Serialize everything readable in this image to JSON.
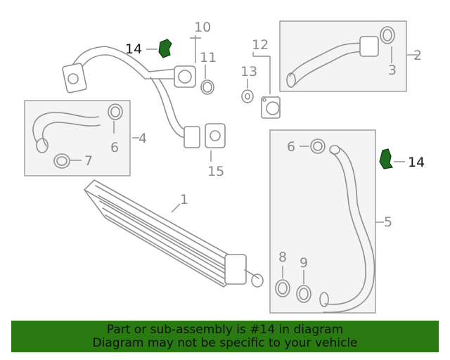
{
  "callouts": {
    "c1": "1",
    "c2": "2",
    "c3": "3",
    "c4": "4",
    "c5": "5",
    "c6a": "6",
    "c6b": "6",
    "c7": "7",
    "c8": "8",
    "c9": "9",
    "c10": "10",
    "c11": "11",
    "c12": "12",
    "c13": "13",
    "c14a": "14",
    "c14b": "14",
    "c15": "15"
  },
  "highlighted_part": "14",
  "banner": {
    "line1": "Part or sub-assembly is #14 in diagram",
    "line2": "Diagram may not be specific to your vehicle"
  },
  "colors": {
    "highlight_part": "#1f6b1f",
    "banner_bg": "#2a7a12",
    "line_art": "#8f8f8f",
    "box_fill": "#f4f4f4"
  }
}
